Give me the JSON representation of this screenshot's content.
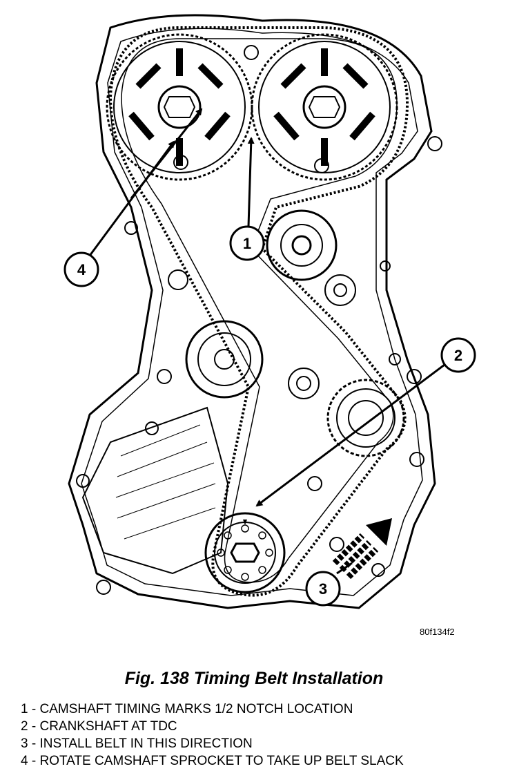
{
  "figure_id": "80f134f2",
  "caption": "Fig. 138 Timing Belt Installation",
  "callouts": [
    {
      "number": "1",
      "label": "1",
      "text": "CAMSHAFT TIMING MARKS 1/2 NOTCH LOCATION"
    },
    {
      "number": "2",
      "label": "2",
      "text": "CRANKSHAFT AT TDC"
    },
    {
      "number": "3",
      "label": "3",
      "text": "INSTALL BELT IN THIS DIRECTION"
    },
    {
      "number": "4",
      "label": "4",
      "text": "ROTATE CAMSHAFT SPROCKET TO TAKE UP BELT SLACK"
    }
  ]
}
